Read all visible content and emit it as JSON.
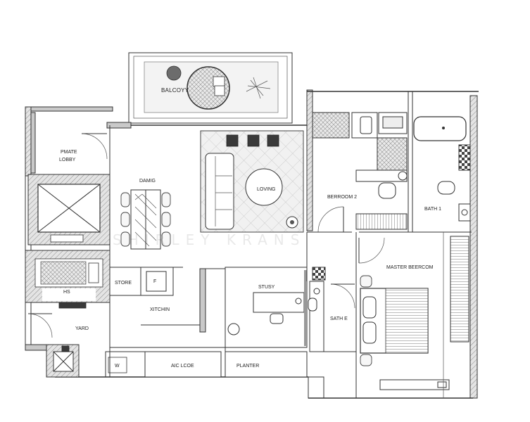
{
  "rooms": {
    "balcony": "BALCOYY",
    "private_lobby": [
      "PMATE",
      "LOBBY"
    ],
    "dining": "DAMIG",
    "living": "LOVING",
    "bedroom2": "BERROOM 2",
    "bath1": "BATH 1",
    "hs": "HS",
    "store": "STORE",
    "kitchen": "XITCHIN",
    "study": "STUSY",
    "bath_small": "SATH E",
    "master_bedroom": "MASTER BEERCOM",
    "yard": "YARD",
    "w": "W",
    "aircon_ledge": "AIC LCOE",
    "planter": "PLANTER",
    "store_f": "F"
  },
  "watermark": "SHIRLEY KRANS"
}
